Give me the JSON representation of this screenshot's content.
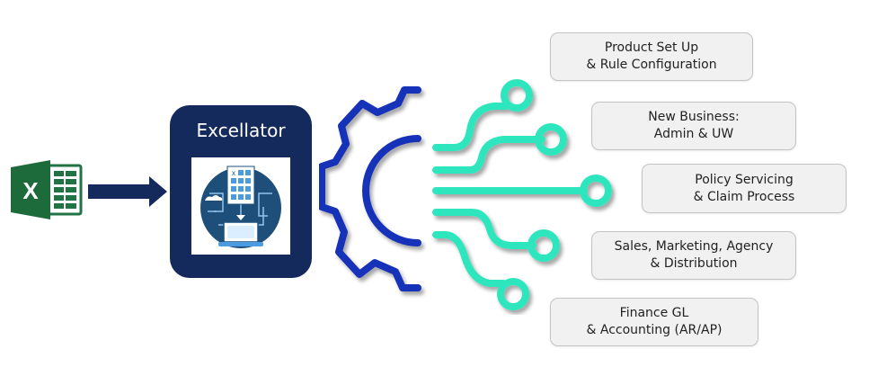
{
  "source": {
    "icon": "excel-icon",
    "icon_letter": "X",
    "colors": {
      "dark_green": "#1d6b3a",
      "mid_green": "#217346",
      "grid_green": "#2e8b57"
    }
  },
  "flow_arrow": {
    "icon": "arrow-right-icon",
    "color": "#152a5c"
  },
  "hub": {
    "title": "Excellator",
    "logo": "spreadsheet-to-laptop-circuit-logo",
    "colors": {
      "background": "#152a5c",
      "logo_circle": "#1e4f7a",
      "logo_accent": "#4a9be0"
    }
  },
  "gear_graphic": {
    "icon": "gear-circuit-icon",
    "colors": {
      "gear": "#1231b8",
      "circuit": "#2ee6bd"
    }
  },
  "outputs": [
    {
      "line1": "Product Set Up",
      "line2": "& Rule Configuration"
    },
    {
      "line1": "New Business:",
      "line2": "Admin & UW"
    },
    {
      "line1": "Policy Servicing",
      "line2": "& Claim Process"
    },
    {
      "line1": "Sales, Marketing, Agency",
      "line2": "& Distribution"
    },
    {
      "line1": "Finance GL",
      "line2": "& Accounting (AR/AP)"
    }
  ]
}
